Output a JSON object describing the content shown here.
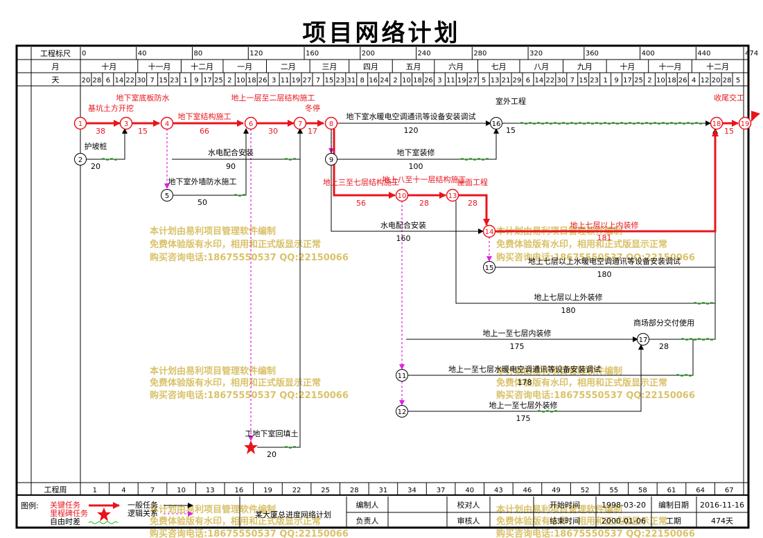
{
  "title": "项目网络计划",
  "header": {
    "scale_label": "工程标尺",
    "month_label": "月",
    "day_label": "天",
    "week_label": "工程周",
    "scale_ticks": [
      "0",
      "40",
      "80",
      "120",
      "160",
      "200",
      "240",
      "280",
      "320",
      "360",
      "400",
      "440",
      "474"
    ],
    "months": [
      "十月",
      "十一月",
      "十二月",
      "一月",
      "二月",
      "三月",
      "四月",
      "五月",
      "六月",
      "七月",
      "八月",
      "九月",
      "十月",
      "十一月",
      "十二月"
    ],
    "days": [
      "20",
      "28",
      "6",
      "14",
      "22",
      "30",
      "7",
      "15",
      "23",
      "1",
      "9",
      "17",
      "25",
      "2",
      "10",
      "18",
      "26",
      "3",
      "11",
      "19",
      "27",
      "7",
      "15",
      "23",
      "31",
      "8",
      "16",
      "24",
      "2",
      "10",
      "18",
      "26",
      "3",
      "11",
      "19",
      "27",
      "5",
      "13",
      "21",
      "29",
      "6",
      "14",
      "22",
      "30",
      "7",
      "15",
      "23",
      "1",
      "9",
      "17",
      "25",
      "2",
      "10",
      "18",
      "26",
      "4",
      "12",
      "20",
      "28",
      "5"
    ],
    "weeks": [
      "1",
      "4",
      "7",
      "10",
      "13",
      "16",
      "19",
      "22",
      "25",
      "28",
      "31",
      "34",
      "37",
      "40",
      "43",
      "46",
      "49",
      "52",
      "55",
      "58",
      "61",
      "64",
      "67"
    ]
  },
  "nodes": [
    "1",
    "2",
    "3",
    "4",
    "5",
    "6",
    "7",
    "8",
    "9",
    "10",
    "11",
    "12",
    "13",
    "14",
    "15",
    "16",
    "17",
    "18",
    "19"
  ],
  "tasks": {
    "t1": {
      "name": "基坑土方开挖",
      "dur": "38"
    },
    "t2": {
      "name": "护坡桩",
      "dur": "20"
    },
    "t3": {
      "name": "地下室底板防水",
      "dur": "15"
    },
    "t4": {
      "name": "地下室结构施工",
      "dur": "66"
    },
    "t5": {
      "name": "水电配合安装",
      "dur": "90"
    },
    "t6": {
      "name": "地下室外墙防水施工",
      "dur": "50"
    },
    "t7": {
      "name": "地上一层至二层结构施工",
      "dur": "30"
    },
    "t8": {
      "name": "冬停",
      "dur": "17"
    },
    "t9": {
      "name": "地下室水暖电空调通讯等设备安装调试",
      "dur": "120"
    },
    "t10": {
      "name": "地下室装修",
      "dur": "100"
    },
    "t11": {
      "name": "地上三至七层结构施工",
      "dur": "56"
    },
    "t12": {
      "name": "地上八至十一层结构施工",
      "dur": "28"
    },
    "t13": {
      "name": "屋面工程",
      "dur": "28"
    },
    "t14": {
      "name": "水电配合安装",
      "dur": "160"
    },
    "t15": {
      "name": "地上七层以上内装修",
      "dur": "181"
    },
    "t16": {
      "name": "地上七层以上水暖电空调通讯等设备安装调试",
      "dur": "180"
    },
    "t17": {
      "name": "地上七层以上外装修",
      "dur": "180"
    },
    "t18": {
      "name": "地上一至七层内装修",
      "dur": "175"
    },
    "t19": {
      "name": "地上一至七层水暖电空调通讯等设备安装调试",
      "dur": "178"
    },
    "t20": {
      "name": "地上一至七层外装修",
      "dur": "175"
    },
    "t21": {
      "name": "商场部分交付使用",
      "dur": "28"
    },
    "t22": {
      "name": "工地下室回填土",
      "dur": "20"
    },
    "t23": {
      "name": "室外工程",
      "dur": "15"
    },
    "t24": {
      "name": "收尾交工",
      "dur": "15"
    }
  },
  "legend": {
    "label": "图例:",
    "critical": "关键任务",
    "milestone": "里程碑任务",
    "free_float": "自由时差",
    "normal": "一般任务",
    "logic": "逻辑关系"
  },
  "footer": {
    "project_name": "某大厦总进度网络计划",
    "editor_label": "编制人",
    "editor_value": "",
    "owner_label": "负责人",
    "owner_value": "",
    "checker_label": "校对人",
    "checker_value": "",
    "reviewer_label": "审核人",
    "reviewer_value": "",
    "start_label": "开始时间",
    "start_value": "1998-03-20",
    "end_label": "结束时间",
    "end_value": "2000-01-06",
    "date_label": "编制日期",
    "date_value": "2016-11-16",
    "duration_label": "工期",
    "duration_value": "474天"
  },
  "watermark": {
    "line1": "本计划由易利项目管理软件编制",
    "line2": "免费体验版有水印，相用和正式版显示正常",
    "line3": "购买咨询电话:18675550537 QQ:22150066"
  },
  "colors": {
    "critical": "#e8141c",
    "normal": "#000000",
    "logic": "#e020e0",
    "float": "#22bb22",
    "watermark": "#d9c26a"
  }
}
